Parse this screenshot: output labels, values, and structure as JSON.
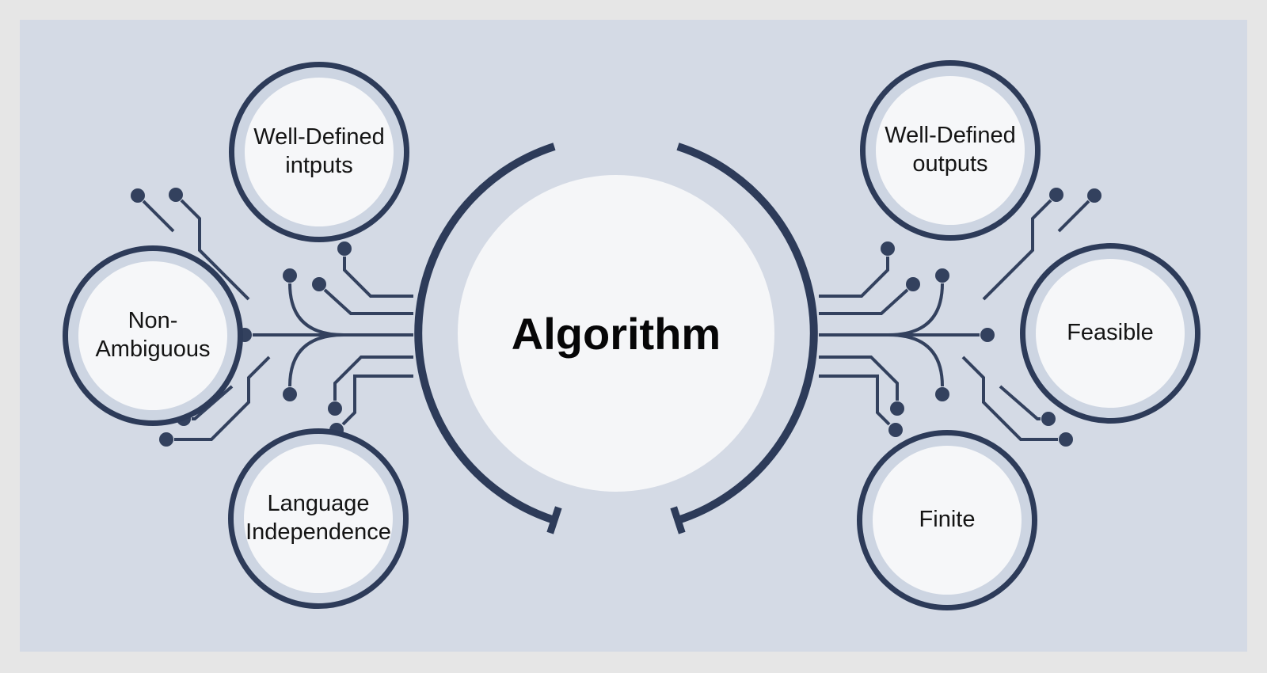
{
  "title": "Algorithm",
  "center": {
    "label": "Algorithm"
  },
  "nodes": [
    {
      "id": "well-defined-inputs",
      "label": "Well-Defined\nintputs"
    },
    {
      "id": "non-ambiguous",
      "label": "Non-\nAmbiguous"
    },
    {
      "id": "language-independence",
      "label": "Language\nIndependence"
    },
    {
      "id": "well-defined-outputs",
      "label": "Well-Defined\noutputs"
    },
    {
      "id": "feasible",
      "label": "Feasible"
    },
    {
      "id": "finite",
      "label": "Finite"
    }
  ],
  "colors": {
    "background": "#e6e6e6",
    "panel": "#d4dae5",
    "ring": "#2d3b59",
    "trace": "#33415e",
    "halo": "#cdd5e2",
    "node_fill": "#f6f7f9",
    "center_fill": "#f5f6f8",
    "text": "#141414",
    "title_text": "#060607"
  }
}
